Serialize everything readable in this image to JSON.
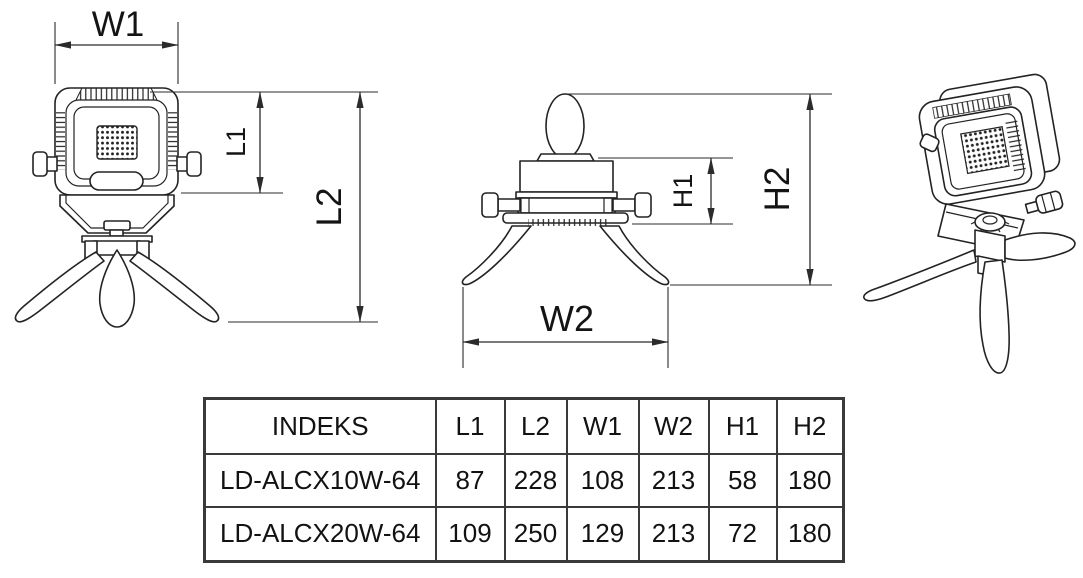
{
  "colors": {
    "line": "#232323",
    "text": "#141414",
    "background": "#ffffff"
  },
  "views": {
    "front": {
      "dims": {
        "w1": "W1",
        "l1": "L1",
        "l2": "L2"
      }
    },
    "side": {
      "dims": {
        "h1": "H1",
        "h2": "H2",
        "w2": "W2"
      }
    },
    "isometric": {}
  },
  "table": {
    "headers": [
      "INDEKS",
      "L1",
      "L2",
      "W1",
      "W2",
      "H1",
      "H2"
    ],
    "rows": [
      [
        "LD-ALCX10W-64",
        "87",
        "228",
        "108",
        "213",
        "58",
        "180"
      ],
      [
        "LD-ALCX20W-64",
        "109",
        "250",
        "129",
        "213",
        "72",
        "180"
      ]
    ]
  }
}
